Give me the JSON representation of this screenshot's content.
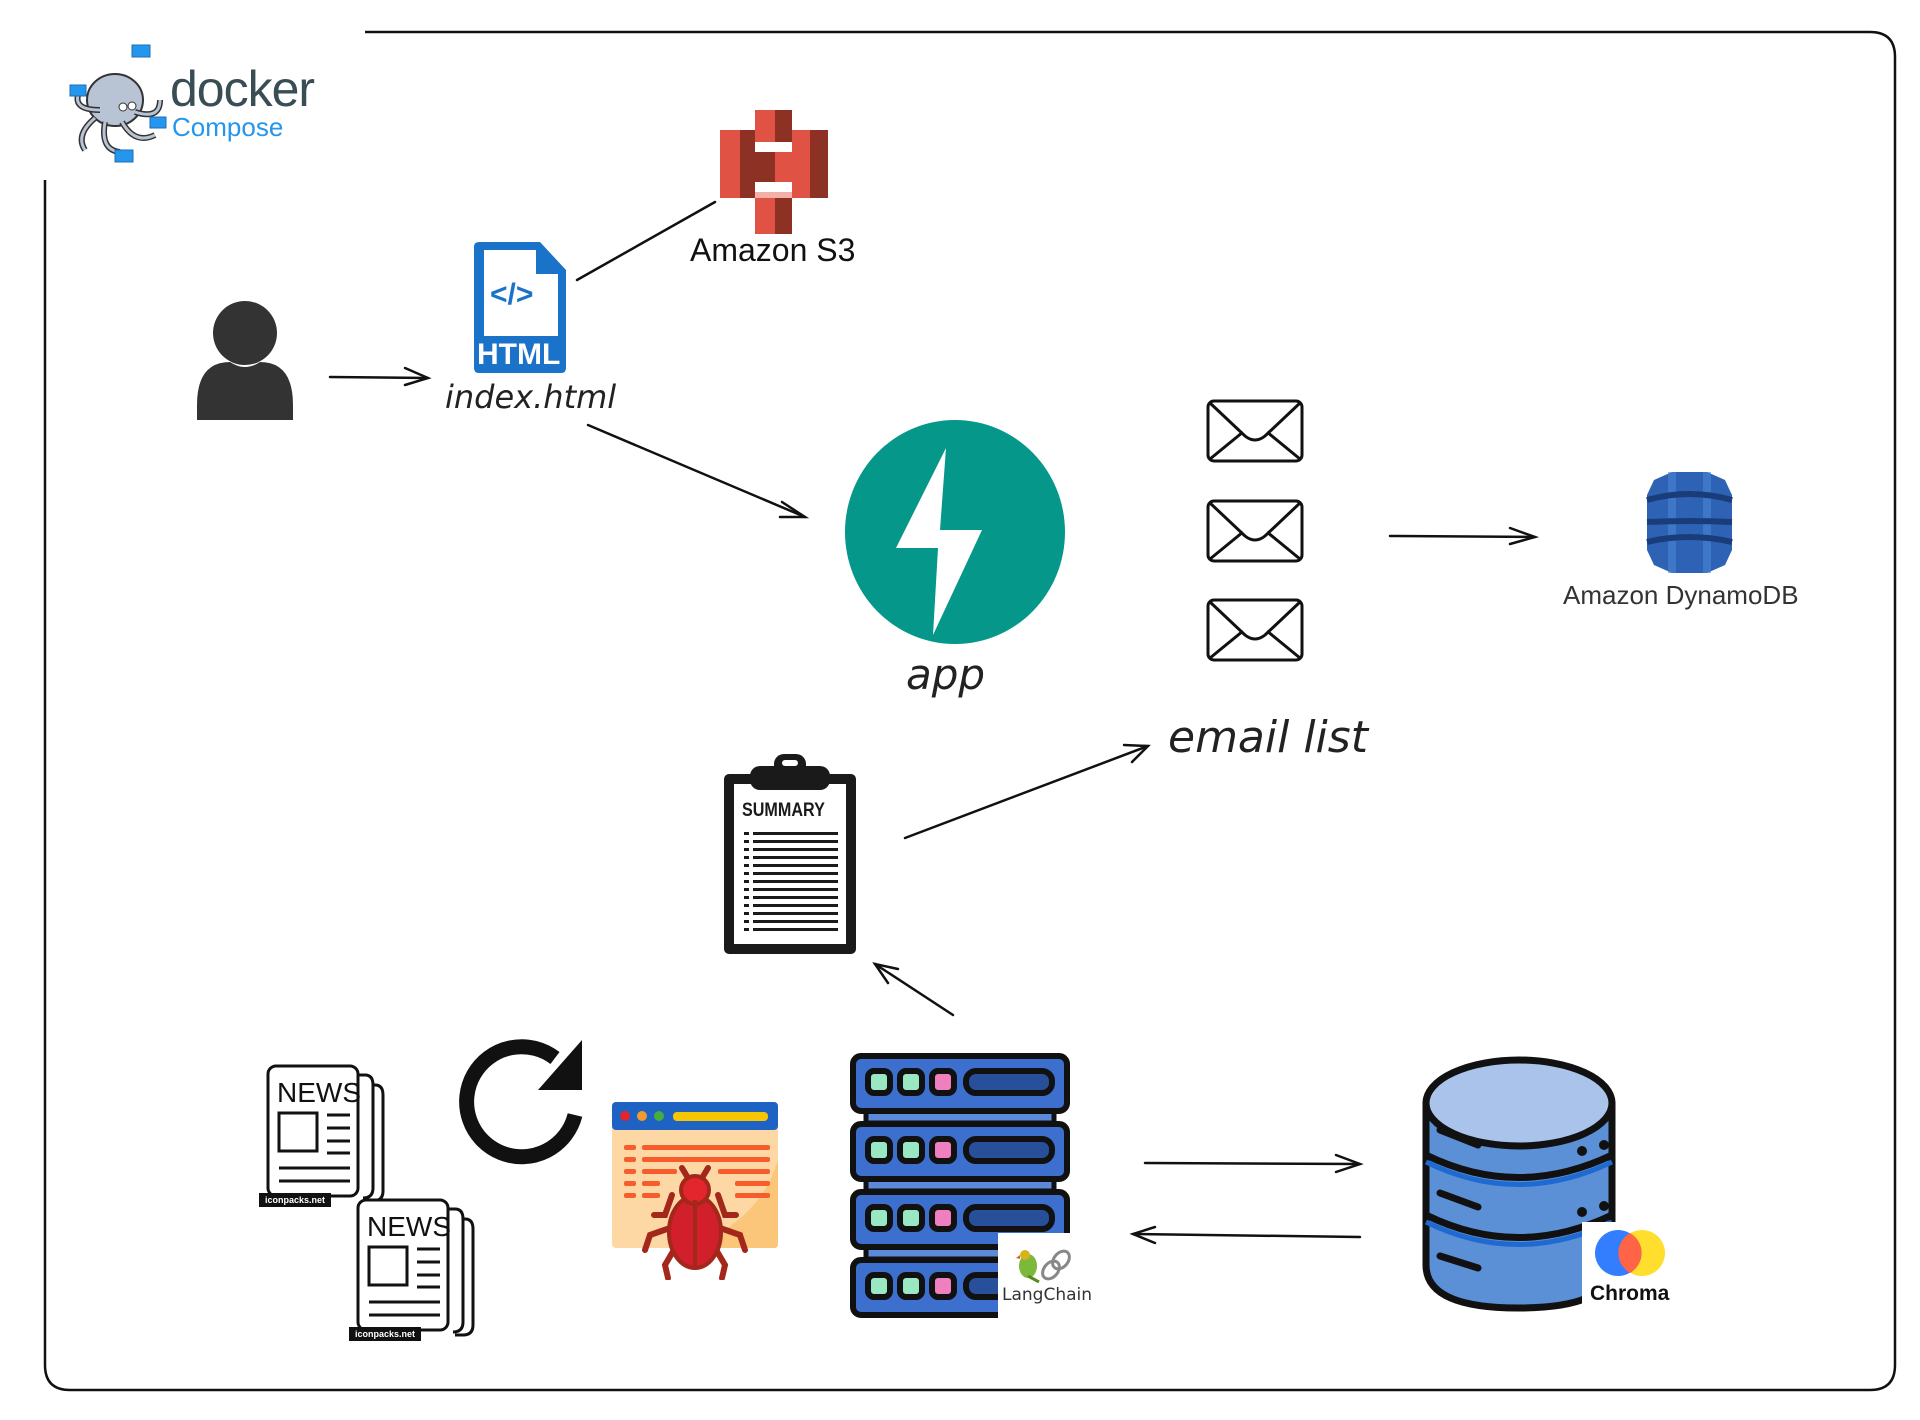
{
  "logo": {
    "brand": "docker",
    "product": "Compose",
    "brand_color": "#394d54",
    "product_color": "#2496ed"
  },
  "nodes": {
    "user": {
      "icon": "user-icon",
      "label": ""
    },
    "html_file": {
      "icon": "html-file-icon",
      "badge": "HTML",
      "glyph": "</>",
      "label": "index.html",
      "color": "#1a73c8"
    },
    "s3": {
      "icon": "amazon-s3-icon",
      "label": "Amazon S3",
      "color": "#e05243"
    },
    "app": {
      "icon": "fastapi-bolt-icon",
      "label": "app",
      "color": "#059789"
    },
    "emails": {
      "icon": "envelope-icon",
      "count": 3,
      "label": "email list"
    },
    "dynamodb": {
      "icon": "amazon-dynamodb-icon",
      "label": "Amazon DynamoDB",
      "color": "#2d62b5"
    },
    "summary": {
      "icon": "clipboard-summary-icon",
      "title": "SUMMARY"
    },
    "news": [
      {
        "icon": "newspaper-icon",
        "title": "NEWS",
        "credit": "iconpacks.net"
      },
      {
        "icon": "newspaper-icon",
        "title": "NEWS",
        "credit": "iconpacks.net"
      }
    ],
    "refresh": {
      "icon": "refresh-icon"
    },
    "scraper": {
      "icon": "web-crawler-bug-icon"
    },
    "server": {
      "icon": "server-rack-icon",
      "badge": "LangChain"
    },
    "chroma": {
      "icon": "database-icon",
      "badge": "Chroma"
    }
  },
  "edges": [
    {
      "from": "user",
      "to": "html_file",
      "type": "arrow"
    },
    {
      "from": "html_file",
      "to": "s3",
      "type": "line"
    },
    {
      "from": "html_file",
      "to": "app",
      "type": "arrow"
    },
    {
      "from": "emails",
      "to": "dynamodb",
      "type": "arrow"
    },
    {
      "from": "summary",
      "to": "emails",
      "type": "arrow"
    },
    {
      "from": "server",
      "to": "summary",
      "type": "arrow"
    },
    {
      "from": "server",
      "to": "chroma",
      "type": "arrow"
    },
    {
      "from": "chroma",
      "to": "server",
      "type": "arrow"
    }
  ]
}
